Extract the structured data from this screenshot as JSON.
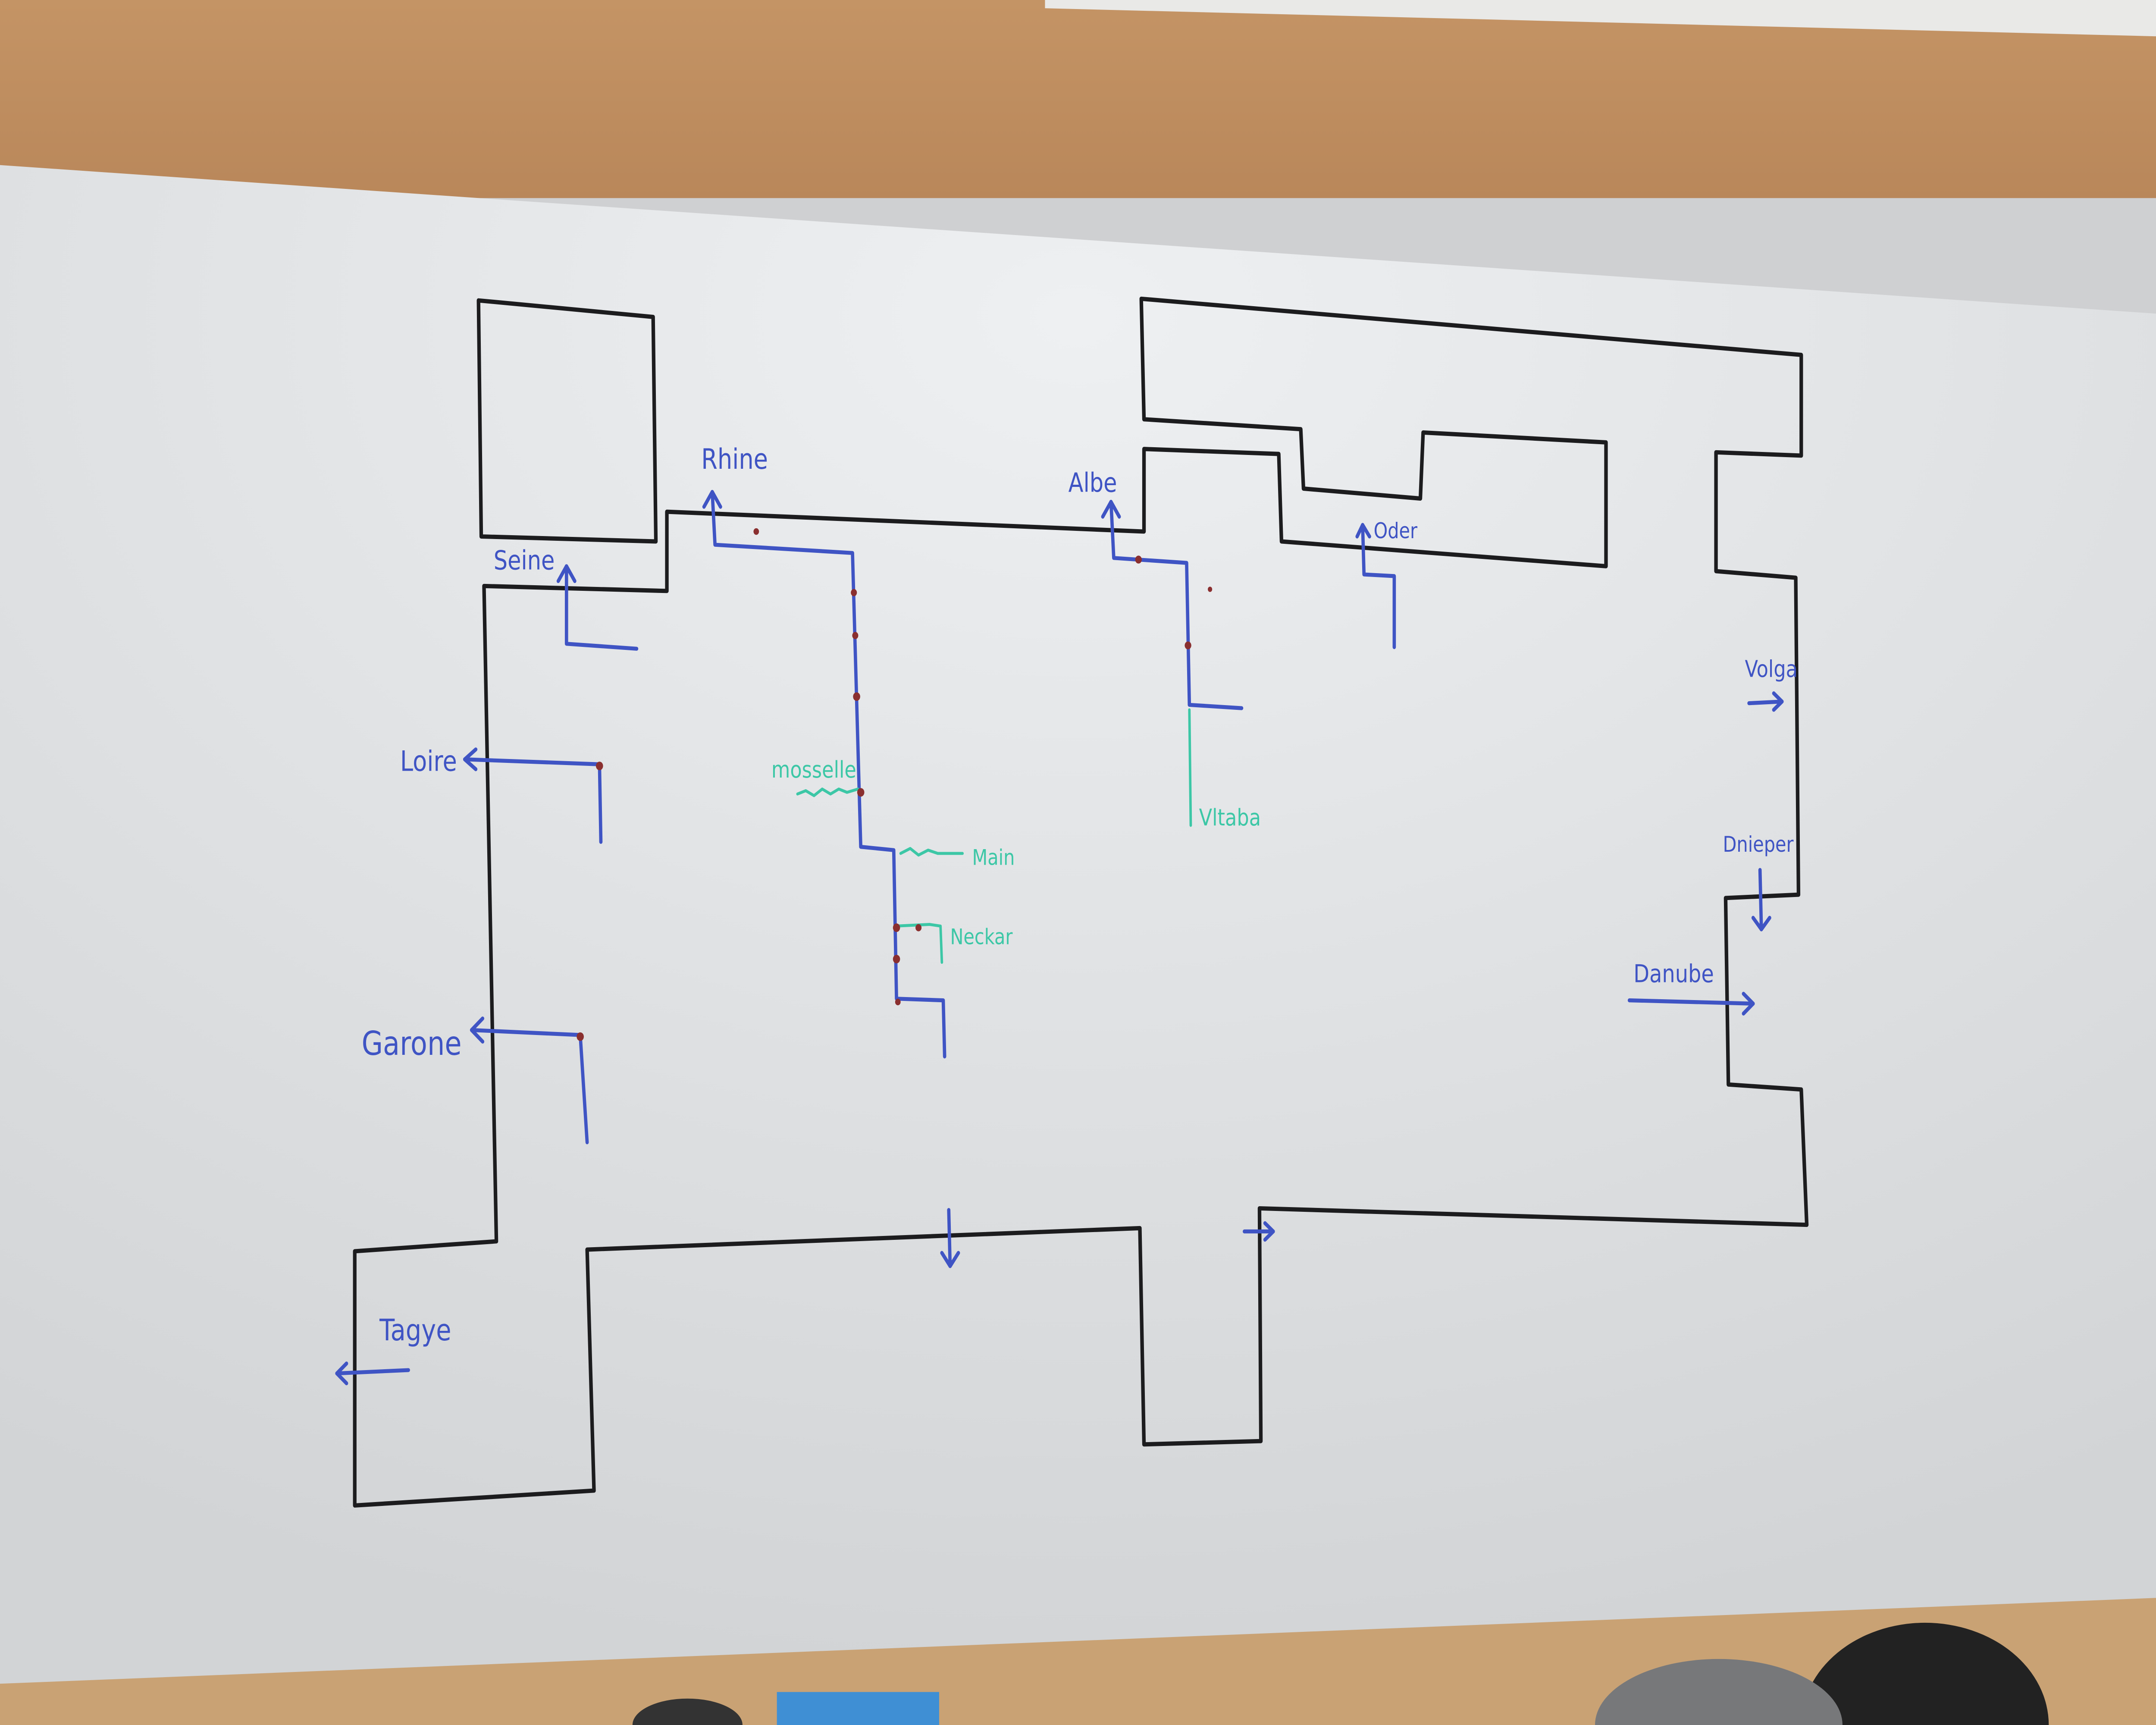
{
  "board": {
    "labels": {
      "seine": "Seine",
      "rhine": "Rhine",
      "albe": "Albe",
      "oder": "Oder",
      "loire": "Loire",
      "mosselle": "mosselle",
      "main": "Main",
      "neckar": "Neckar",
      "vltaba": "Vltaba",
      "volga": "Volga",
      "dnieper": "Dnieper",
      "danube": "Danube",
      "garone": "Garone",
      "tagye": "Tagye"
    }
  },
  "colors": {
    "outline": "#1c1c1e",
    "river_main": "#3f54c4",
    "river_tributary": "#3cc7a6",
    "city_dot": "#8a2f2f",
    "wood": "#c99a66",
    "board": "#e4e6e8"
  }
}
